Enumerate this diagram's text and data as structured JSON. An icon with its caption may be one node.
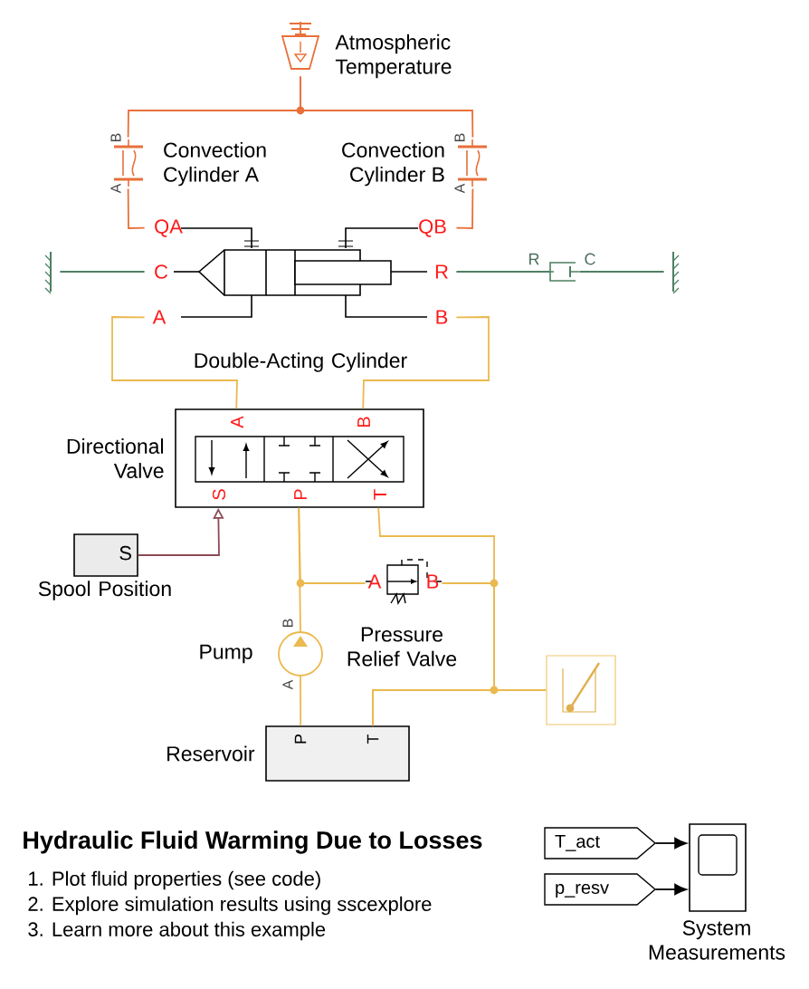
{
  "diagram": {
    "title": "Hydraulic Fluid Warming Due to Losses",
    "nodes": [
      {
        "text": [],
        "shape": "picture",
        "beside": [
          "Atmospheric Temperature"
        ]
      },
      {
        "text": [
          "Convection Cylinder A"
        ]
      },
      {
        "text": [
          "Convection Cylinder B"
        ]
      },
      {
        "text": [],
        "shape": "picture",
        "beside": [
          "Double-Acting Cylinder"
        ]
      },
      {
        "text": [],
        "shape": "picture"
      },
      {
        "text": [],
        "shape": "picture"
      },
      {
        "text": [],
        "shape": "picture"
      },
      {
        "text": [],
        "shape": "box",
        "beside": [
          "Directional Valve"
        ]
      },
      {
        "text": [
          "S"
        ],
        "beside": [
          "Spool Position"
        ]
      },
      {
        "text": [],
        "shape": "picture",
        "beside": [
          "Pressure Relief Valve"
        ]
      },
      {
        "text": [],
        "shape": "circle",
        "beside": [
          "Pump"
        ]
      },
      {
        "text": [],
        "shape": "box",
        "beside": [
          "Reservoir"
        ]
      },
      {
        "text": [],
        "shape": "picture"
      },
      {
        "text": [
          "T_act"
        ]
      },
      {
        "text": [
          "p_resv"
        ]
      },
      {
        "text": [],
        "shape": "box",
        "beside": [
          "System Measurements"
        ]
      }
    ],
    "edges": [
      {
        "from": 0,
        "to": 1,
        "arrow": "none",
        "color": "#e8703a"
      },
      {
        "from": 0,
        "to": 2,
        "arrow": "none",
        "color": "#e8703a"
      },
      {
        "from": 1,
        "to": 3,
        "arrow": "none",
        "color": "#e8703a"
      },
      {
        "from": 2,
        "to": 3,
        "arrow": "none",
        "color": "#e8703a"
      },
      {
        "from": 4,
        "to": 3,
        "arrow": "none",
        "color": "#4e8062"
      },
      {
        "from": 3,
        "to": 5,
        "arrow": "none",
        "color": "#4e8062"
      },
      {
        "from": 5,
        "to": 6,
        "arrow": "none",
        "color": "#4e8062"
      },
      {
        "from": 3,
        "to": 7,
        "arrow": "none"
      },
      {
        "from": 3,
        "to": 7,
        "arrow": "none"
      },
      {
        "from": 8,
        "to": 7,
        "arrow": "to",
        "color": "#8c4a55"
      },
      {
        "from": 7,
        "to": 10,
        "arrow": "none"
      },
      {
        "from": 7,
        "to": 9,
        "arrow": "none"
      },
      {
        "from": 7,
        "to": 11,
        "arrow": "none"
      },
      {
        "from": 9,
        "to": 11,
        "arrow": "none"
      },
      {
        "from": 12,
        "to": 11,
        "arrow": "none"
      },
      {
        "from": 10,
        "to": 11,
        "arrow": "none"
      },
      {
        "from": 13,
        "to": 15,
        "arrow": "to",
        "color": "#000000"
      },
      {
        "from": 14,
        "to": 15,
        "arrow": "to",
        "color": "#000000"
      }
    ],
    "labels": [
      "B",
      "A",
      "B",
      "A",
      "QA",
      "QB",
      "C",
      "R",
      "A",
      "B",
      "R",
      "C",
      "A",
      "B",
      "S",
      "P",
      "T",
      "A",
      "B",
      "B",
      "A",
      "P",
      "T",
      "1. Plot fluid properties (see code)",
      "2. Explore simulation results using sscexplore",
      "3. Learn more about this example"
    ]
  }
}
